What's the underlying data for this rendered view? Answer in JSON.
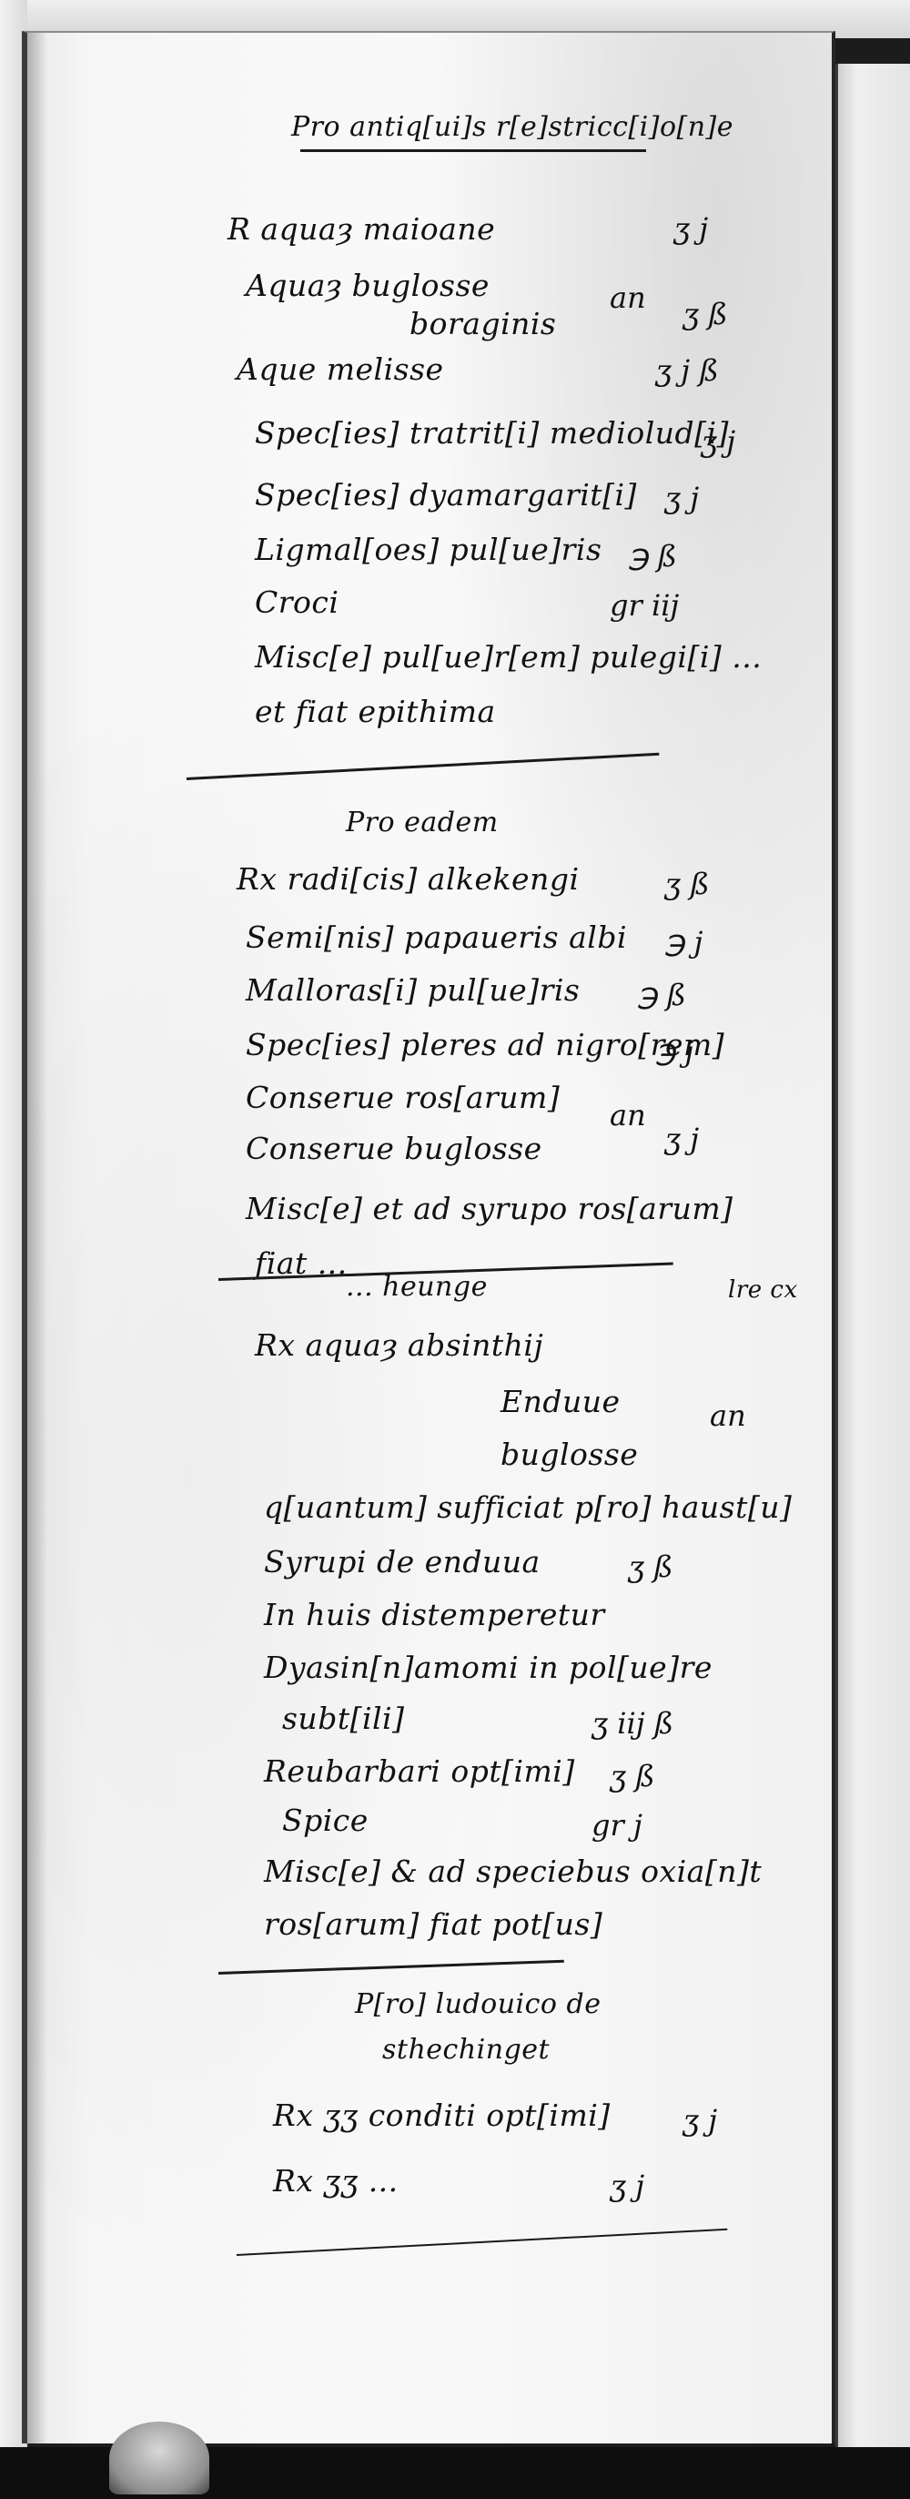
{
  "manuscript": {
    "sections": [
      {
        "heading": "Pro antiq[ui]s r[e]stricc[i]o[n]e",
        "lines": [
          {
            "text": "R aquaȝ maioane",
            "dose": "ʒ j"
          },
          {
            "text": "Aquaȝ buglosse",
            "dose": "an"
          },
          {
            "text": "boraginis",
            "dose": "ʒ ß"
          },
          {
            "text": "Aque melisse",
            "dose": "ʒ j ß"
          },
          {
            "text": "Spec[ies] tratrit[i] mediolud[i]",
            "dose": "ʒ j"
          },
          {
            "text": "Spec[ies] dyamargarit[i]",
            "dose": "ʒ j"
          },
          {
            "text": "Ligmal[oes] pul[ue]ris",
            "dose": "℈ ß"
          },
          {
            "text": "Croci",
            "dose": "gr iij"
          },
          {
            "text": "Misc[e] pul[ue]r[em] pulegi[i] ...",
            "dose": ""
          },
          {
            "text": "et fiat epithima",
            "dose": ""
          }
        ]
      },
      {
        "heading": "Pro eadem",
        "lines": [
          {
            "text": "Rx radi[cis] alkekengi",
            "dose": "ʒ ß"
          },
          {
            "text": "Semi[nis] papaueris albi",
            "dose": "℈ j"
          },
          {
            "text": "Malloras[i] pul[ue]ris",
            "dose": "℈ ß"
          },
          {
            "text": "Spec[ies] pleres ad nigro[rem]",
            "dose": "℈ j"
          },
          {
            "text": "Conserue ros[arum]",
            "dose": "an"
          },
          {
            "text": "Conserue buglosse",
            "dose": "ʒ j"
          },
          {
            "text": "Misc[e] et ad syrupo ros[arum]",
            "dose": ""
          },
          {
            "text": "fiat ...",
            "dose": ""
          }
        ]
      },
      {
        "heading": "... heunge",
        "margin_note": "lre cx",
        "lines": [
          {
            "text": "Rx aquaȝ absinthij",
            "dose": ""
          },
          {
            "text": "Enduue",
            "dose": "an"
          },
          {
            "text": "buglosse",
            "dose": ""
          },
          {
            "text": "q[uantum] sufficiat p[ro] haust[u]",
            "dose": ""
          },
          {
            "text": "Syrupi de enduua",
            "dose": "ʒ ß"
          },
          {
            "text": "In huis distemperetur",
            "dose": ""
          },
          {
            "text": "Dyasin[n]amomi in pol[ue]re",
            "dose": ""
          },
          {
            "text": "subt[ili]",
            "dose": "ʒ iij ß"
          },
          {
            "text": "Reubarbari opt[imi]",
            "dose": "ʒ ß"
          },
          {
            "text": "Spice",
            "dose": "gr j"
          },
          {
            "text": "Misc[e] & ad speciebus oxia[n]t",
            "dose": ""
          },
          {
            "text": "ros[arum] fiat pot[us]",
            "dose": ""
          }
        ]
      },
      {
        "heading": "P[ro] ludouico de",
        "heading2": "sthechinget",
        "lines": [
          {
            "text": "Rx ʒʒ conditi opt[imi]",
            "dose": "ʒ j"
          },
          {
            "text": "Rx ʒʒ ...",
            "dose": "ʒ j"
          }
        ]
      }
    ]
  }
}
